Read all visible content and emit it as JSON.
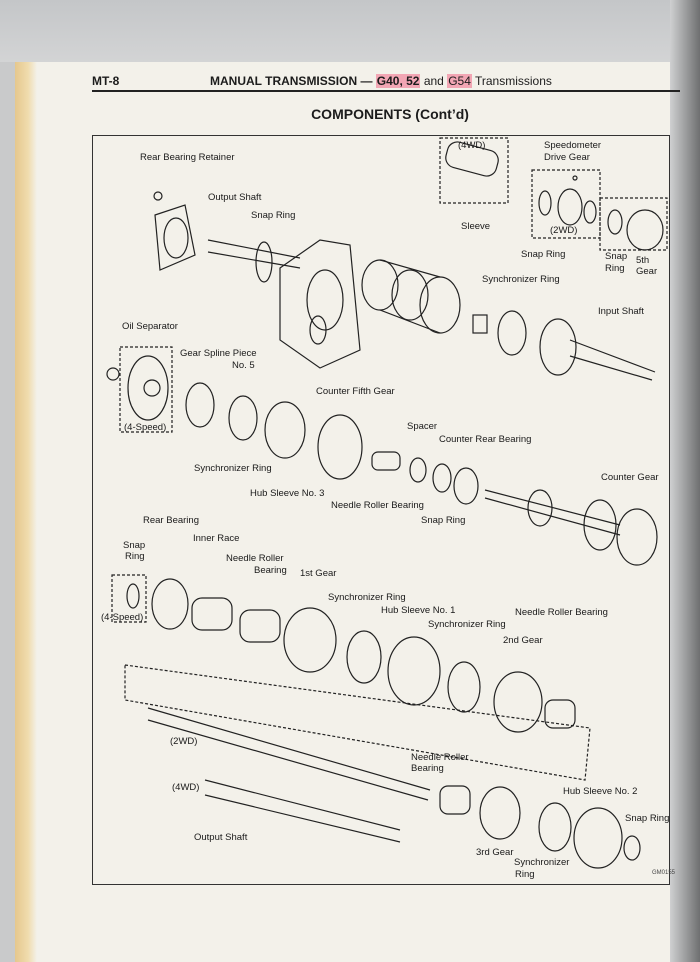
{
  "header": {
    "page_number": "MT-8",
    "title_prefix": "MANUAL TRANSMISSION  — ",
    "hl1": "G40, 52",
    "and": " and ",
    "hl2": "G54",
    "suffix": " Transmissions"
  },
  "section_title": "COMPONENTS (Cont’d)",
  "figure_code": "GM0155",
  "labels": {
    "rear_bearing_retainer": "Rear Bearing Retainer",
    "output_shaft_top": "Output Shaft",
    "snap_ring_1": "Snap Ring",
    "fourwd_1": "(4WD)",
    "sleeve": "Sleeve",
    "speedo_1": "Speedometer",
    "speedo_2": "Drive Gear",
    "twowd_1": "(2WD)",
    "snap_ring_2": "Snap Ring",
    "snap_ring_3a": "Snap",
    "snap_ring_3b": "Ring",
    "fifth_gear_a": "5th",
    "fifth_gear_b": "Gear",
    "sync_ring_1": "Synchronizer Ring",
    "input_shaft": "Input Shaft",
    "oil_separator": "Oil Separator",
    "gear_spline_a": "Gear Spline Piece",
    "gear_spline_b": "No. 5",
    "four_speed_1": "(4-Speed)",
    "counter_fifth_gear": "Counter Fifth Gear",
    "spacer": "Spacer",
    "counter_rear_bearing": "Counter Rear Bearing",
    "sync_ring_2": "Synchronizer Ring",
    "counter_gear": "Counter Gear",
    "hub_sleeve_3": "Hub Sleeve No. 3",
    "needle_roller_1": "Needle Roller Bearing",
    "snap_ring_4": "Snap Ring",
    "rear_bearing": "Rear Bearing",
    "snap_ring_5a": "Snap",
    "snap_ring_5b": "Ring",
    "inner_race": "Inner Race",
    "needle_roller_2a": "Needle Roller",
    "needle_roller_2b": "Bearing",
    "first_gear": "1st Gear",
    "four_speed_2": "(4-Speed)",
    "sync_ring_3": "Synchronizer Ring",
    "hub_sleeve_1": "Hub Sleeve No. 1",
    "needle_roller_3": "Needle Roller Bearing",
    "sync_ring_4": "Synchronizer Ring",
    "second_gear": "2nd Gear",
    "twowd_2": "(2WD)",
    "needle_roller_4a": "Needle Roller",
    "needle_roller_4b": "Bearing",
    "fourwd_2": "(4WD)",
    "hub_sleeve_2": "Hub Sleeve No. 2",
    "snap_ring_6": "Snap Ring",
    "output_shaft_bottom": "Output Shaft",
    "third_gear": "3rd Gear",
    "sync_ring_5a": "Synchronizer",
    "sync_ring_5b": "Ring"
  }
}
